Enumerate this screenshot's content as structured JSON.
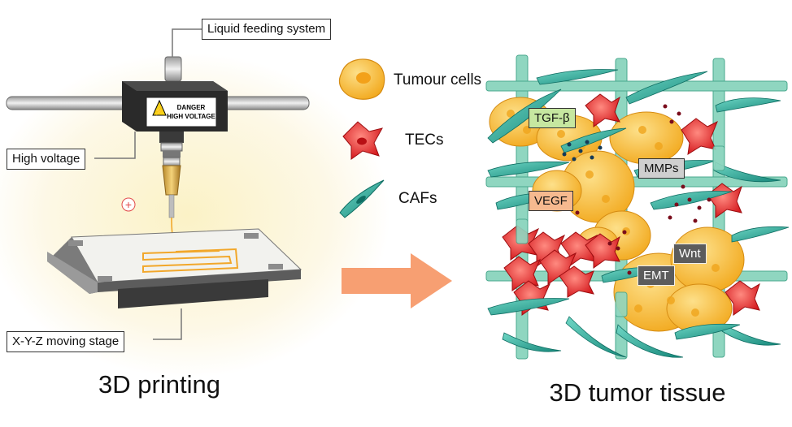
{
  "printer": {
    "feeding_label": "Liquid feeding system",
    "voltage_label": "High voltage",
    "stage_label": "X-Y-Z moving stage",
    "warning_line1": "DANGER",
    "warning_line2": "HIGH VOLTAGE",
    "plus_symbol": "+",
    "minus_symbol": "−",
    "caption": "3D printing"
  },
  "legend": {
    "tumour": "Tumour cells",
    "tecs": "TECs",
    "cafs": "CAFs"
  },
  "tissue": {
    "caption": "3D tumor tissue",
    "factors": {
      "tgf": "TGF-β",
      "mmps": "MMPs",
      "vegf": "VEGF",
      "wnt": "Wnt",
      "emt": "EMT"
    }
  },
  "colors": {
    "arrow": "#f79f72",
    "tumour": "#f7c23c",
    "tec": "#e8262a",
    "caf": "#2fb4a4",
    "scaffold": "#8fd6c0"
  }
}
